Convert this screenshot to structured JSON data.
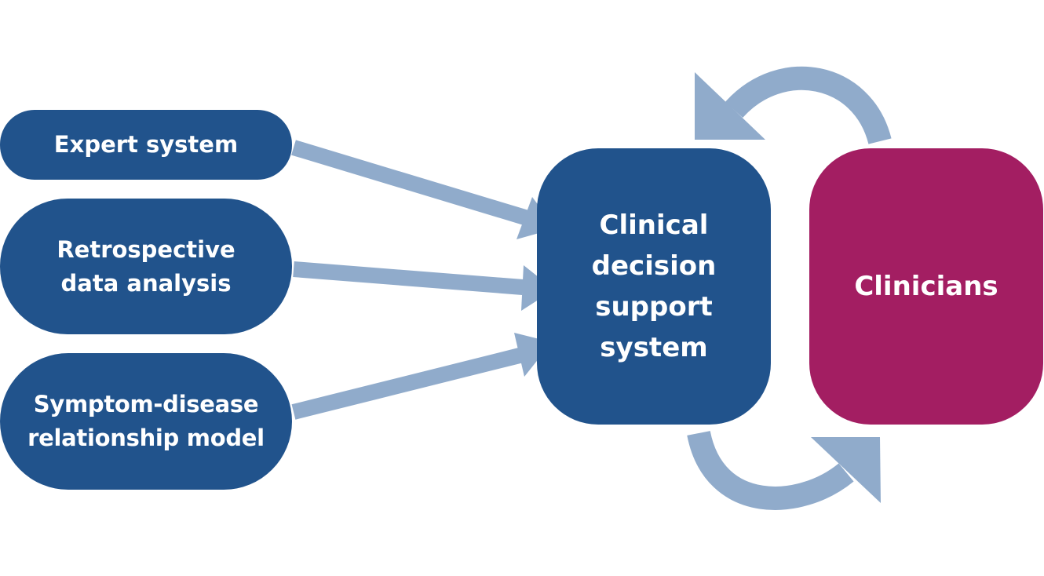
{
  "colors": {
    "node_blue": "#21538c",
    "node_magenta": "#a31e62",
    "arrow": "#90abcb",
    "text": "#ffffff"
  },
  "inputs": [
    {
      "lines": [
        "Expert system"
      ]
    },
    {
      "lines": [
        "Retrospective",
        "data analysis"
      ]
    },
    {
      "lines": [
        "Symptom-disease",
        "relationship model"
      ]
    }
  ],
  "cdss": {
    "lines": [
      "Clinical",
      "decision",
      "support",
      "system"
    ]
  },
  "clinicians": {
    "label": "Clinicians"
  }
}
